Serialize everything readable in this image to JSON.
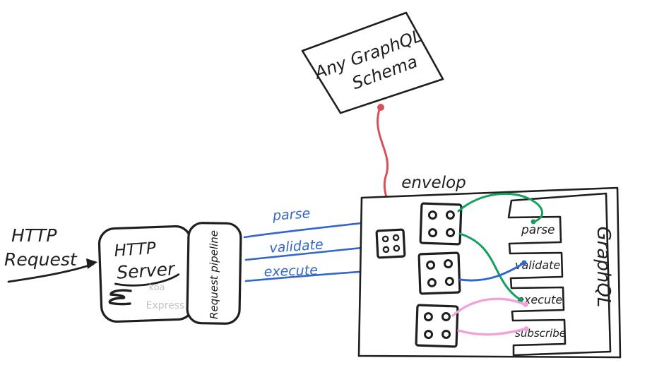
{
  "diagram": {
    "schema": {
      "line1": "Any GraphQL",
      "line2": "Schema"
    },
    "http_request": {
      "line1": "HTTP",
      "line2": "Request"
    },
    "server": {
      "line1": "HTTP",
      "line2": "Server",
      "koa": "koa",
      "express": "Express"
    },
    "pipeline": {
      "label": "Request pipeline"
    },
    "envelop": {
      "label": "envelop"
    },
    "graphql": {
      "label": "GraphQL"
    },
    "wire_labels": {
      "parse": "parse",
      "validate": "validate",
      "execute": "execute"
    },
    "slots": {
      "parse": "parse",
      "validate": "validate",
      "execute": "execute",
      "subscribe": "subscribe"
    },
    "colors": {
      "ink": "#1f1f1f",
      "blue": "#3366cc",
      "green": "#12a05e",
      "pink": "#f0a3d8",
      "red": "#d94f5c",
      "gray": "#c4c4c4"
    }
  }
}
